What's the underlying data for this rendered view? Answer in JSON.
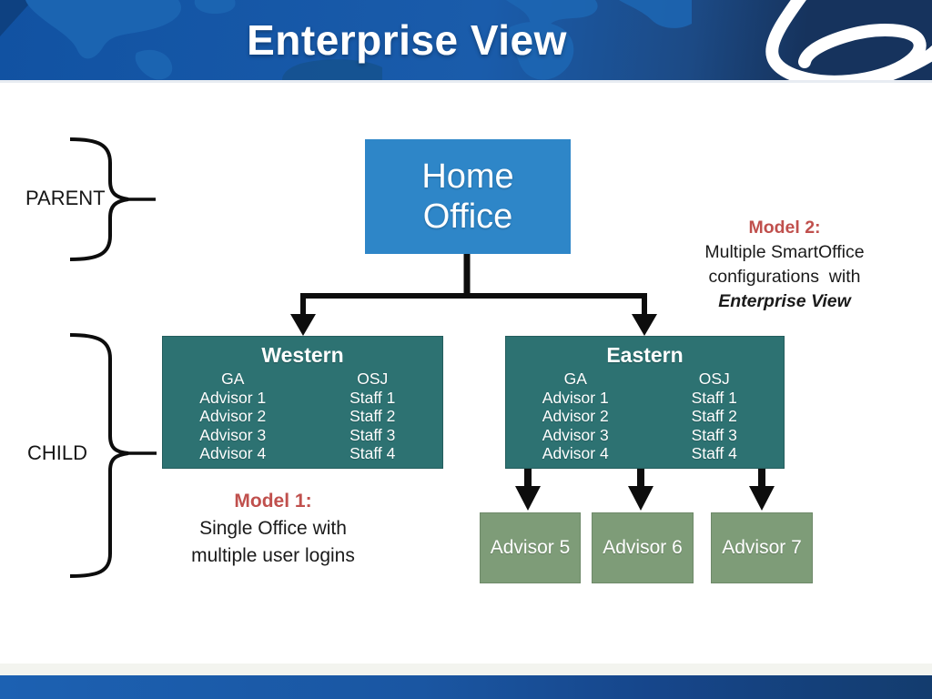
{
  "header": {
    "title": "Enterprise View",
    "logo_icon": "brand-swoosh-icon",
    "map_icon": "world-map-graphic"
  },
  "labels": {
    "parent": "PARENT",
    "child": "CHILD"
  },
  "org": {
    "root": {
      "line1": "Home",
      "line2": "Office"
    },
    "offices": [
      {
        "name": "Western",
        "columns": [
          {
            "header": "GA",
            "rows": [
              "Advisor 1",
              "Advisor 2",
              "Advisor 3",
              "Advisor 4"
            ]
          },
          {
            "header": "OSJ",
            "rows": [
              "Staff 1",
              "Staff 2",
              "Staff 3",
              "Staff 4"
            ]
          }
        ]
      },
      {
        "name": "Eastern",
        "columns": [
          {
            "header": "GA",
            "rows": [
              "Advisor 1",
              "Advisor 2",
              "Advisor 3",
              "Advisor 4"
            ]
          },
          {
            "header": "OSJ",
            "rows": [
              "Staff 1",
              "Staff 2",
              "Staff 3",
              "Staff 4"
            ]
          }
        ]
      }
    ],
    "advisors": [
      "Advisor 5",
      "Advisor 6",
      "Advisor 7"
    ]
  },
  "annotations": {
    "model2": {
      "title": "Model 2:",
      "line1": "Multiple SmartOffice",
      "line2": "configurations  with",
      "emphasis": "Enterprise View"
    },
    "model1": {
      "title": "Model 1:",
      "line1": "Single Office with",
      "line2": "multiple user logins"
    }
  },
  "colors": {
    "header_blue": "#1a5cab",
    "header_navy": "#16335d",
    "home_office_blue": "#2e86c8",
    "office_teal": "#2d7272",
    "advisor_green": "#7e9c78",
    "accent_red": "#c0504d",
    "line_black": "#0d0d0d",
    "footer_blue_left": "#1c61b2",
    "footer_blue_right": "#133c6e"
  }
}
